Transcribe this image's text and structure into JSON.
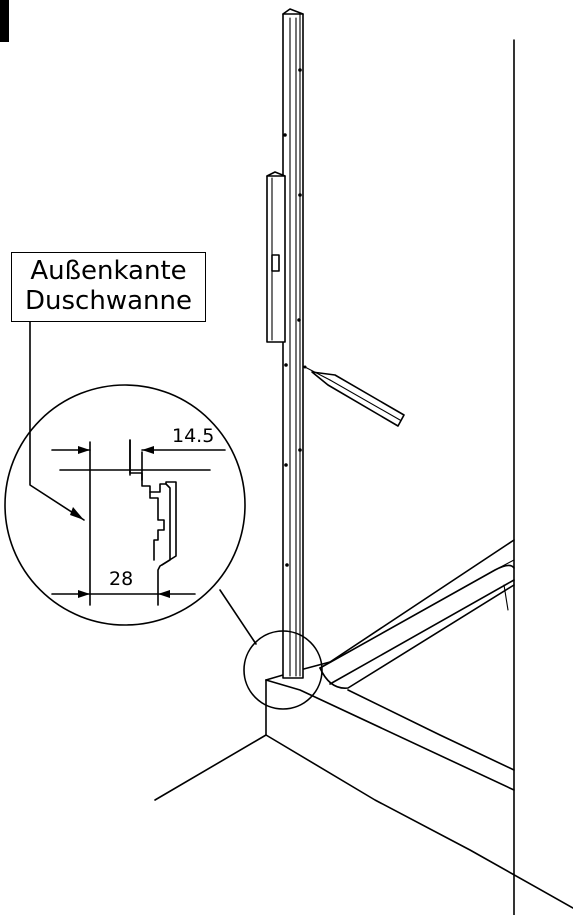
{
  "callout": {
    "line1": "Außenkante",
    "line2": "Duschwanne"
  },
  "dimensions": {
    "top": "14.5",
    "bottom": "28"
  }
}
